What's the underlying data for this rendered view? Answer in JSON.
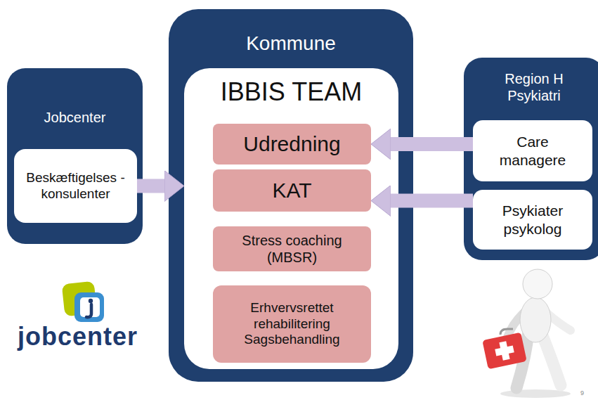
{
  "diagram": {
    "nodes": [
      {
        "text": [
          "Jobcenter"
        ]
      },
      {
        "text": [
          "Beskæftigelses -konsulenter"
        ],
        "in": 0
      },
      {
        "text": [
          "Kommune"
        ]
      },
      {
        "text": [
          "IBBIS TEAM"
        ],
        "in": 2
      },
      {
        "text": [
          "Udredning"
        ],
        "in": 3
      },
      {
        "text": [
          "KAT"
        ],
        "in": 3
      },
      {
        "text": [
          "Stress coaching (MBSR)"
        ],
        "in": 3
      },
      {
        "text": [
          "Erhvervsrettet rehabilitering Sagsbehandling"
        ],
        "in": 3
      },
      {
        "text": [
          "Region H Psykiatri"
        ]
      },
      {
        "text": [
          "Care managere"
        ],
        "in": 8
      },
      {
        "text": [
          "Psykiater psykolog"
        ],
        "in": 8
      }
    ],
    "edges": [
      {
        "from": 1,
        "to": 3,
        "arrow": "to"
      },
      {
        "from": 9,
        "to": 4,
        "arrow": "to"
      },
      {
        "from": 10,
        "to": 5,
        "arrow": "to"
      }
    ],
    "labels": [
      "jobcenter",
      "9"
    ]
  }
}
